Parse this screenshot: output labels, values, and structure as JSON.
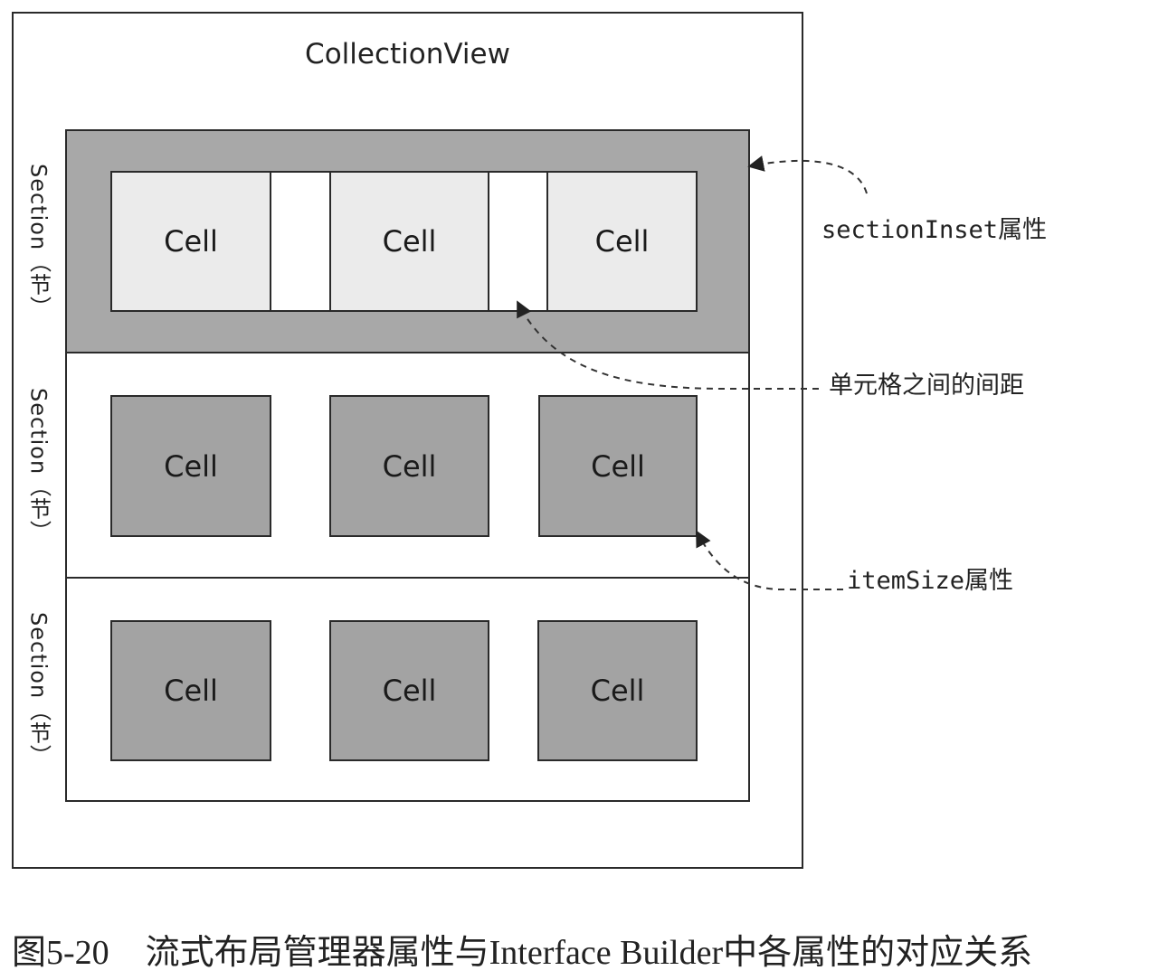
{
  "diagram": {
    "title": "CollectionView",
    "sections": [
      {
        "label": "Section（节）",
        "cells": [
          "Cell",
          "Cell",
          "Cell"
        ]
      },
      {
        "label": "Section（节）",
        "cells": [
          "Cell",
          "Cell",
          "Cell"
        ]
      },
      {
        "label": "Section（节）",
        "cells": [
          "Cell",
          "Cell",
          "Cell"
        ]
      }
    ],
    "annotations": {
      "section_inset_code": "sectionInset",
      "section_inset_suffix": "属性",
      "spacing_label": "单元格之间的间距",
      "item_size_code": "itemSize",
      "item_size_suffix": "属性"
    }
  },
  "caption": {
    "number": "图5-20",
    "text": "流式布局管理器属性与Interface Builder中各属性的对应关系"
  },
  "colors": {
    "section_inset_fill": "#a8a8a8",
    "cell_fill_dark": "#a3a3a3",
    "cell_fill_light": "#ebebeb",
    "line": "#2a2a2a"
  }
}
